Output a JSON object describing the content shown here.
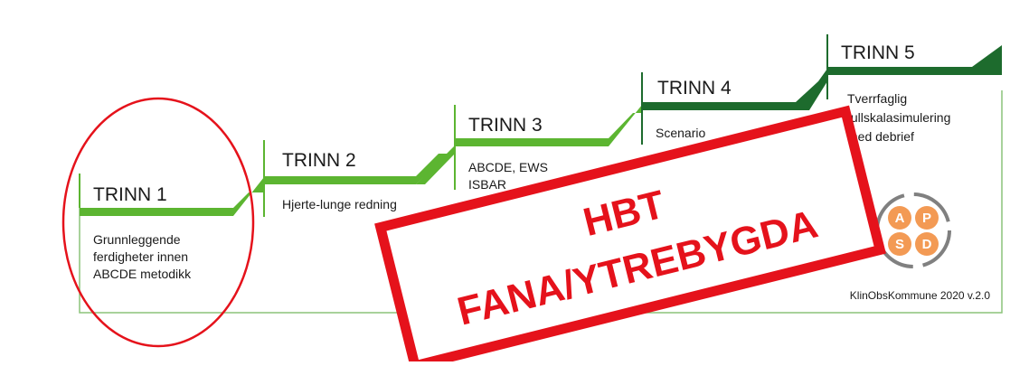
{
  "steps": [
    {
      "title": "TRINN 1",
      "lines": [
        "Grunnleggende",
        "ferdigheter innen",
        "ABCDE metodikk"
      ]
    },
    {
      "title": "TRINN 2",
      "lines": [
        "Hjerte-lunge redning"
      ]
    },
    {
      "title": "TRINN 3",
      "lines": [
        "ABCDE, EWS",
        "ISBAR"
      ]
    },
    {
      "title": "TRINN 4",
      "lines": [
        "Scenario"
      ]
    },
    {
      "title": "TRINN 5",
      "lines": [
        "Tverrfaglig",
        "fullskalasimulering",
        "med debrief"
      ]
    }
  ],
  "logo": {
    "letters": [
      "A",
      "P",
      "S",
      "D"
    ]
  },
  "footer": "KlinObsKommune 2020 v.2.0",
  "stamp": {
    "line1": "HBT",
    "line2": "FANA/YTREBYGDA"
  },
  "colors": {
    "green_light": "#5cb531",
    "green_dark": "#1d6b2d",
    "stamp_red": "#e5121b",
    "logo_orange": "#f39a54"
  }
}
